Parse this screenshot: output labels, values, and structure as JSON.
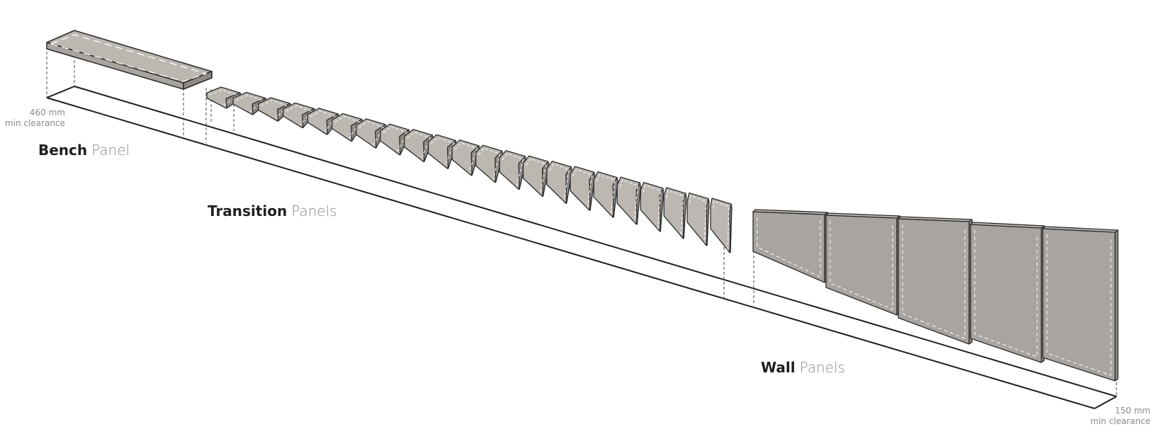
{
  "labels": {
    "bench": {
      "bold": "Bench",
      "light": "Panel"
    },
    "transition": {
      "bold": "Transition",
      "light": "Panels"
    },
    "wall": {
      "bold": "Wall",
      "light": "Panels"
    }
  },
  "notes": {
    "bench_clearance": {
      "line1": "460 mm",
      "line2": "min clearance"
    },
    "wall_clearance": {
      "line1": "150 mm",
      "line2": "min clearance"
    }
  },
  "colors": {
    "panel_top": "#bcb7b1",
    "panel_face": "#a9a49f",
    "panel_edge": "#8f8a85",
    "outline": "#2b2b2b",
    "dash": "#ffffff"
  }
}
